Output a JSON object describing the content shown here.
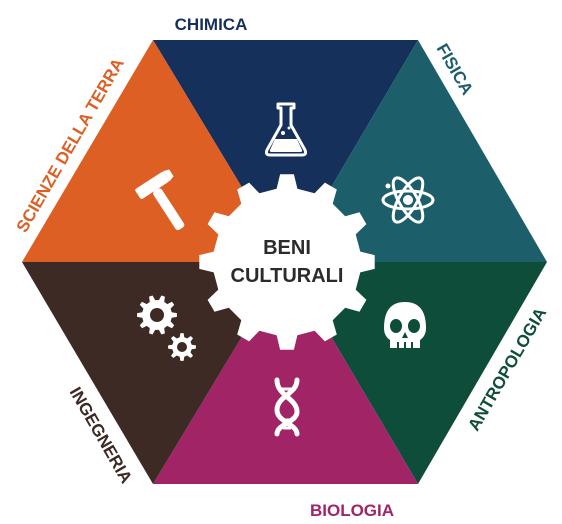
{
  "center": {
    "line1": "BENI",
    "line2": "CULTURALI",
    "fill": "#ffffff"
  },
  "segments": [
    {
      "id": "chimica",
      "label": "CHIMICA",
      "color": "#16305c",
      "label_color": "#16305c",
      "icon": "flask-icon"
    },
    {
      "id": "fisica",
      "label": "FISICA",
      "color": "#1d5e6b",
      "label_color": "#1d5e6b",
      "icon": "atom-icon"
    },
    {
      "id": "antropologia",
      "label": "ANTROPOLOGIA",
      "color": "#0f4d3b",
      "label_color": "#0f4d3b",
      "icon": "skull-icon"
    },
    {
      "id": "biologia",
      "label": "BIOLOGIA",
      "color": "#a12467",
      "label_color": "#a12467",
      "icon": "dna-icon"
    },
    {
      "id": "ingegneria",
      "label": "INGEGNERIA",
      "color": "#3d2a24",
      "label_color": "#3d2a24",
      "icon": "gears-icon"
    },
    {
      "id": "scienze-terra",
      "label": "SCIENZE DELLA TERRA",
      "color": "#de5f24",
      "label_color": "#de5f24",
      "icon": "hammer-icon"
    }
  ]
}
